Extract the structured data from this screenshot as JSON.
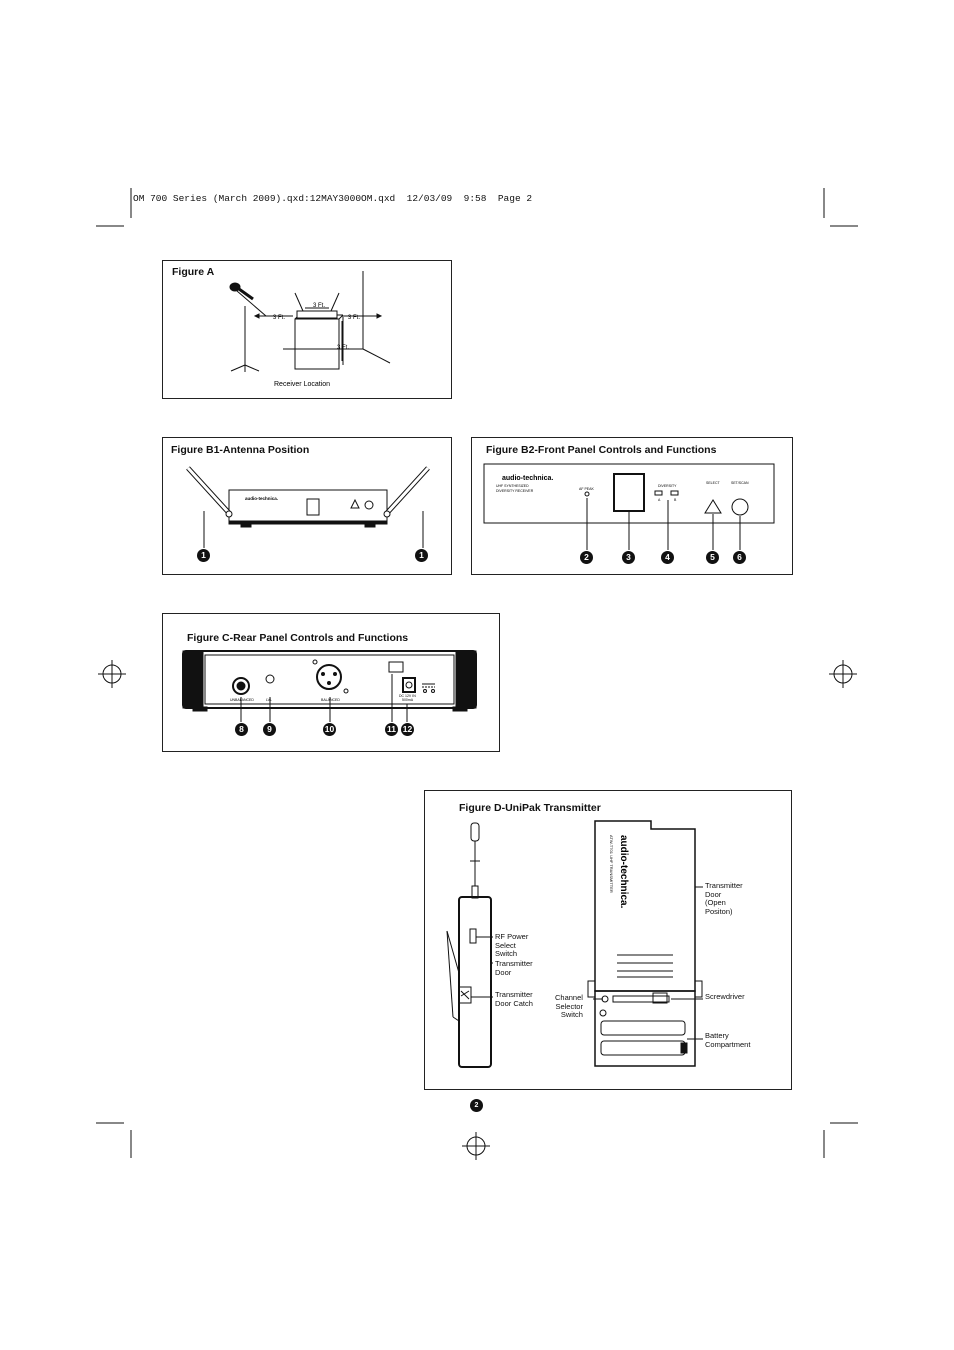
{
  "slug": "OM 700 Series (March 2009).qxd:12MAY3000OM.qxd  12/03/09  9:58  Page 2",
  "figA": {
    "title": "Figure A",
    "caption": "Receiver Location",
    "dist1": "3 Ft.",
    "dist2": "3 Ft.",
    "dist3": "3 Ft.",
    "dist4": "3 Ft."
  },
  "figB1": {
    "title": "Figure B1-Antenna Position",
    "badge_left": "1",
    "badge_right": "1",
    "brand": "audio-technica."
  },
  "figB2": {
    "title": "Figure B2-Front Panel Controls and Functions",
    "brand": "audio-technica.",
    "model_line1": "UHF SYNTHESIZED",
    "model_line2": "DIVERSITY RECEIVER",
    "af_peak": "AF PEAK",
    "diversity": "DIVERSITY",
    "div_a": "A",
    "div_b": "B",
    "select": "SELECT",
    "set_scan": "SET/SCAN",
    "badges": [
      "2",
      "3",
      "4",
      "5",
      "6"
    ]
  },
  "figC": {
    "title": "Figure C-Rear Panel Controls and Functions",
    "unbalanced": "UNBALANCED",
    "lvl": "LVL",
    "balanced": "BALANCED",
    "dc_line1": "DC 12V IN",
    "dc_line2": "500mA",
    "badges": [
      "8",
      "9",
      "10",
      "11",
      "12"
    ]
  },
  "figD": {
    "title": "Figure D-UniPak Transmitter",
    "brand": "audio-technica.",
    "model_side": "ATW-T701 UHF TRANSMITTER",
    "rf_power": "RF Power\nSelect\nSwitch",
    "transmitter_door": "Transmitter\nDoor",
    "door_catch": "Transmitter\nDoor Catch",
    "door_open": "Transmitter\nDoor\n(Open\nPositon)",
    "channel_selector": "Channel\nSelector\nSwitch",
    "screwdriver": "Screwdriver",
    "battery_compartment": "Battery\nCompartment"
  },
  "page_number": "2"
}
